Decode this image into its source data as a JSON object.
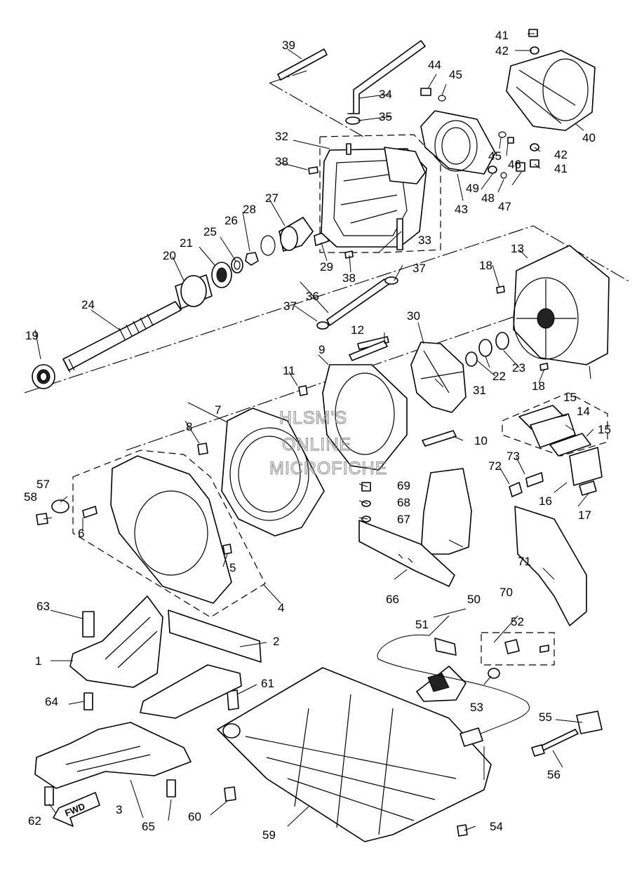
{
  "watermark": {
    "lines": [
      "HLSM'S",
      "ONLINE",
      "MICROFICHE"
    ]
  },
  "fwd_label": "FWD",
  "callouts": [
    {
      "n": "1"
    },
    {
      "n": "2"
    },
    {
      "n": "3"
    },
    {
      "n": "4"
    },
    {
      "n": "5"
    },
    {
      "n": "6"
    },
    {
      "n": "7"
    },
    {
      "n": "8"
    },
    {
      "n": "9"
    },
    {
      "n": "10"
    },
    {
      "n": "11"
    },
    {
      "n": "12"
    },
    {
      "n": "13"
    },
    {
      "n": "14"
    },
    {
      "n": "15"
    },
    {
      "n": "15"
    },
    {
      "n": "16"
    },
    {
      "n": "17"
    },
    {
      "n": "18"
    },
    {
      "n": "18"
    },
    {
      "n": "19"
    },
    {
      "n": "20"
    },
    {
      "n": "21"
    },
    {
      "n": "22"
    },
    {
      "n": "23"
    },
    {
      "n": "24"
    },
    {
      "n": "25"
    },
    {
      "n": "26"
    },
    {
      "n": "27"
    },
    {
      "n": "28"
    },
    {
      "n": "29"
    },
    {
      "n": "30"
    },
    {
      "n": "31"
    },
    {
      "n": "32"
    },
    {
      "n": "33"
    },
    {
      "n": "34"
    },
    {
      "n": "35"
    },
    {
      "n": "36"
    },
    {
      "n": "37"
    },
    {
      "n": "37"
    },
    {
      "n": "38"
    },
    {
      "n": "38"
    },
    {
      "n": "39"
    },
    {
      "n": "40"
    },
    {
      "n": "41"
    },
    {
      "n": "41"
    },
    {
      "n": "42"
    },
    {
      "n": "42"
    },
    {
      "n": "43"
    },
    {
      "n": "44"
    },
    {
      "n": "45"
    },
    {
      "n": "45"
    },
    {
      "n": "46"
    },
    {
      "n": "47"
    },
    {
      "n": "48"
    },
    {
      "n": "49"
    },
    {
      "n": "50"
    },
    {
      "n": "51"
    },
    {
      "n": "52"
    },
    {
      "n": "53"
    },
    {
      "n": "54"
    },
    {
      "n": "55"
    },
    {
      "n": "56"
    },
    {
      "n": "57"
    },
    {
      "n": "58"
    },
    {
      "n": "59"
    },
    {
      "n": "60"
    },
    {
      "n": "61"
    },
    {
      "n": "62"
    },
    {
      "n": "63"
    },
    {
      "n": "64"
    },
    {
      "n": "65"
    },
    {
      "n": "66"
    },
    {
      "n": "67"
    },
    {
      "n": "68"
    },
    {
      "n": "69"
    },
    {
      "n": "70"
    },
    {
      "n": "71"
    },
    {
      "n": "72"
    },
    {
      "n": "73"
    }
  ]
}
